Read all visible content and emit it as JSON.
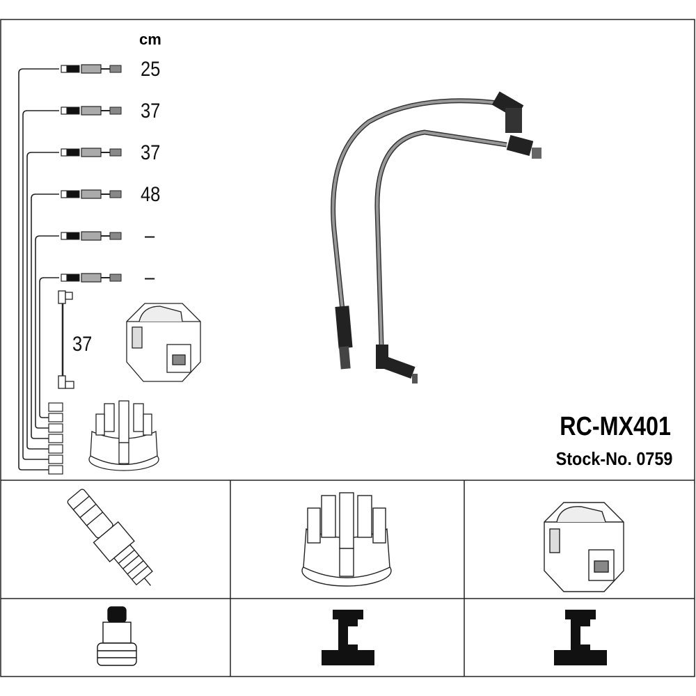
{
  "unit_label": "cm",
  "lead_lengths": [
    "25",
    "37",
    "37",
    "48",
    "–",
    "–"
  ],
  "coil_lead_length": "37",
  "part_number": "RC-MX401",
  "stock_number": "Stock-No. 0759"
}
